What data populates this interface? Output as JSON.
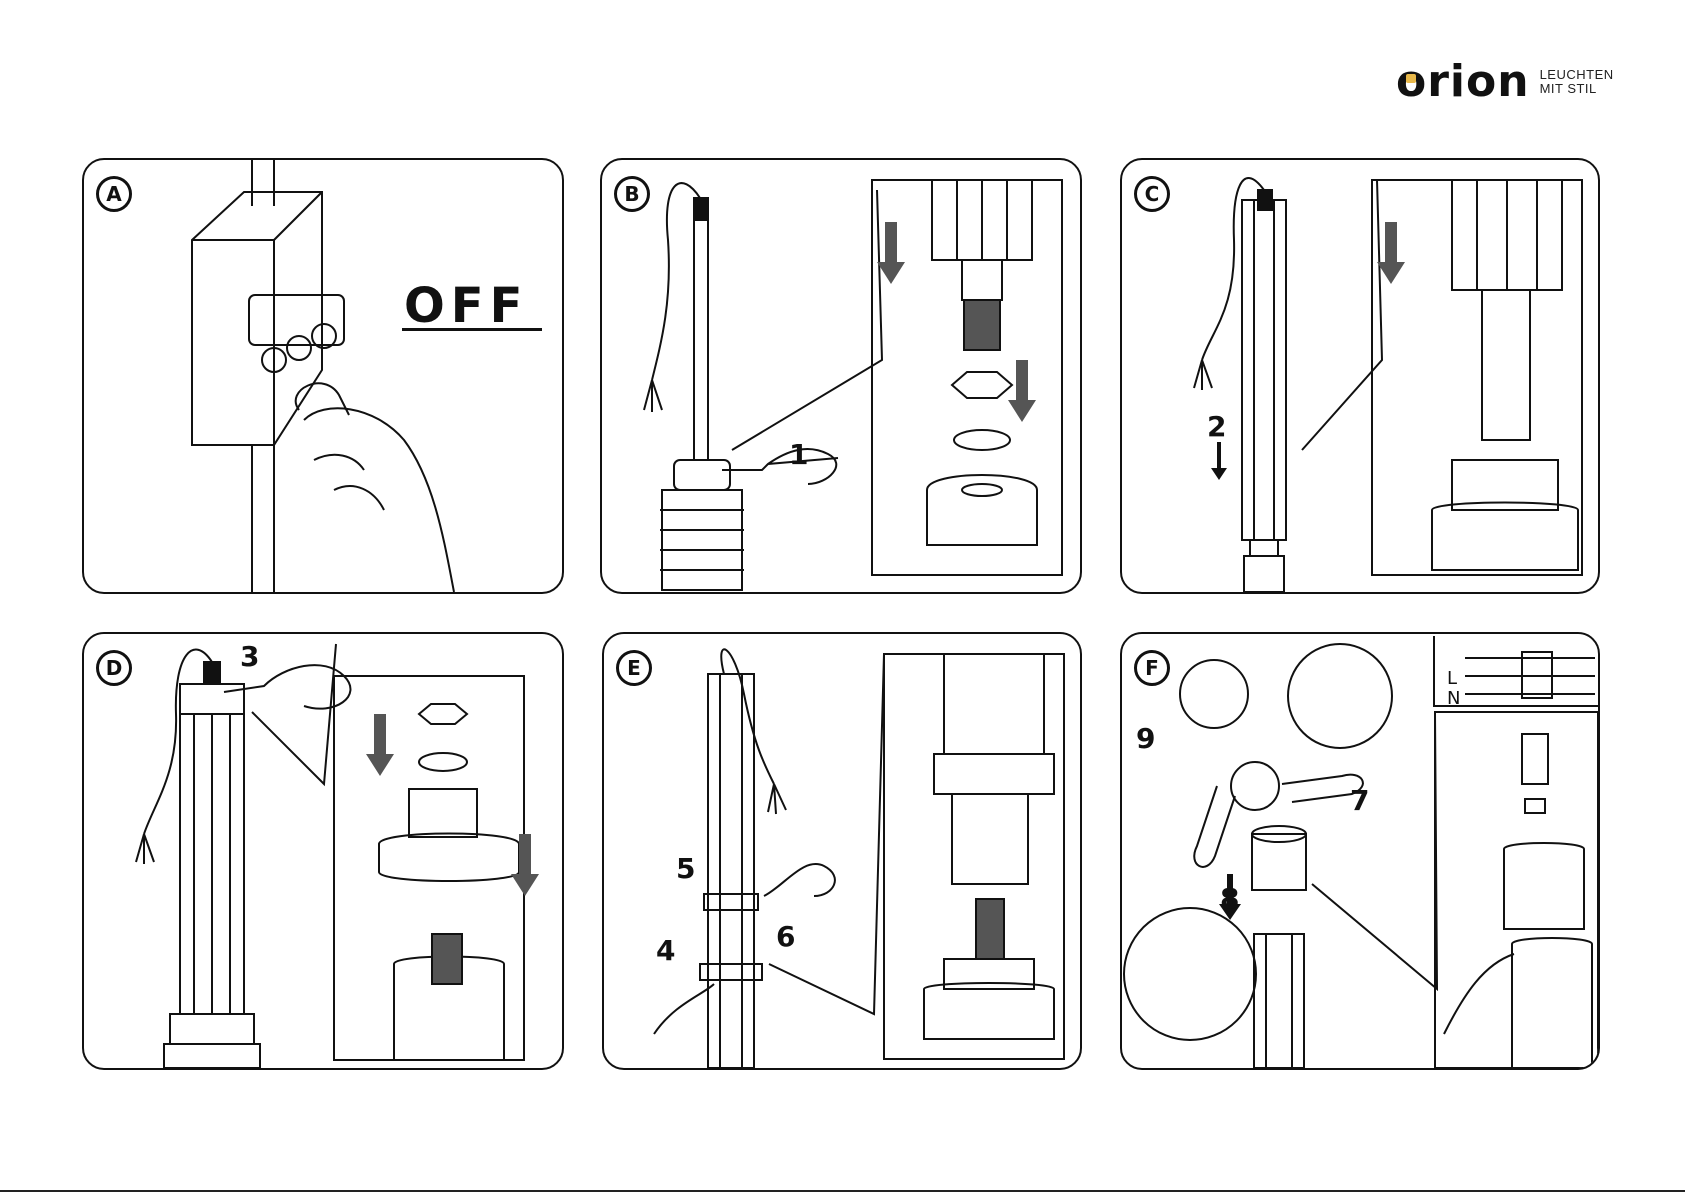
{
  "brand": {
    "name": "orion",
    "tagline_1": "LEUCHTEN",
    "tagline_2": "MIT STIL",
    "accent": "#e8b84a"
  },
  "panels": [
    {
      "letter": "A",
      "off_label": "OFF"
    },
    {
      "letter": "B",
      "steps": [
        "1"
      ]
    },
    {
      "letter": "C",
      "steps": [
        "2"
      ]
    },
    {
      "letter": "D",
      "steps": [
        "3"
      ]
    },
    {
      "letter": "E",
      "steps": [
        "5",
        "4",
        "6"
      ]
    },
    {
      "letter": "F",
      "steps": [
        "9",
        "7",
        "8"
      ],
      "legend": [
        "L",
        "N"
      ]
    }
  ]
}
